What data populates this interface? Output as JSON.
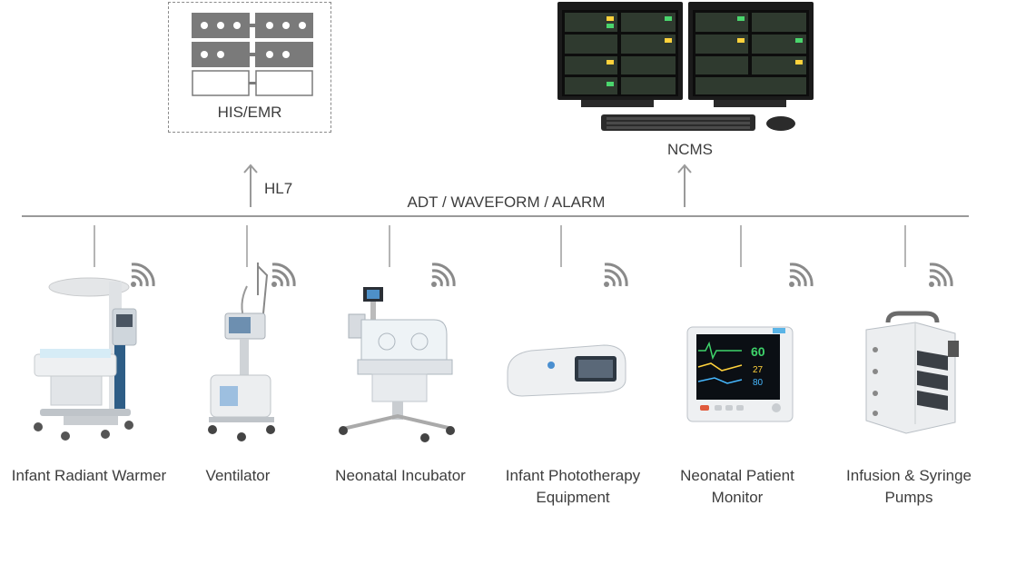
{
  "his": {
    "label": "HIS/EMR"
  },
  "ncms": {
    "label": "NCMS"
  },
  "links": {
    "hl7": "HL7",
    "bus": "ADT / WAVEFORM / ALARM"
  },
  "devices": [
    {
      "label": "Infant Radiant Warmer"
    },
    {
      "label": "Ventilator"
    },
    {
      "label": "Neonatal Incubator"
    },
    {
      "label_lines": [
        "Infant Phototherapy",
        "Equipment"
      ]
    },
    {
      "label_lines": [
        "Neonatal Patient",
        "Monitor"
      ]
    },
    {
      "label_lines": [
        "Infusion & Syringe",
        "Pumps"
      ]
    }
  ],
  "monitor_screen": {
    "heart_rate": "60",
    "values": [
      "27",
      "80"
    ]
  },
  "icons": [
    "wifi-icon",
    "arrow-up-icon",
    "server-icon",
    "workstation-icon"
  ]
}
